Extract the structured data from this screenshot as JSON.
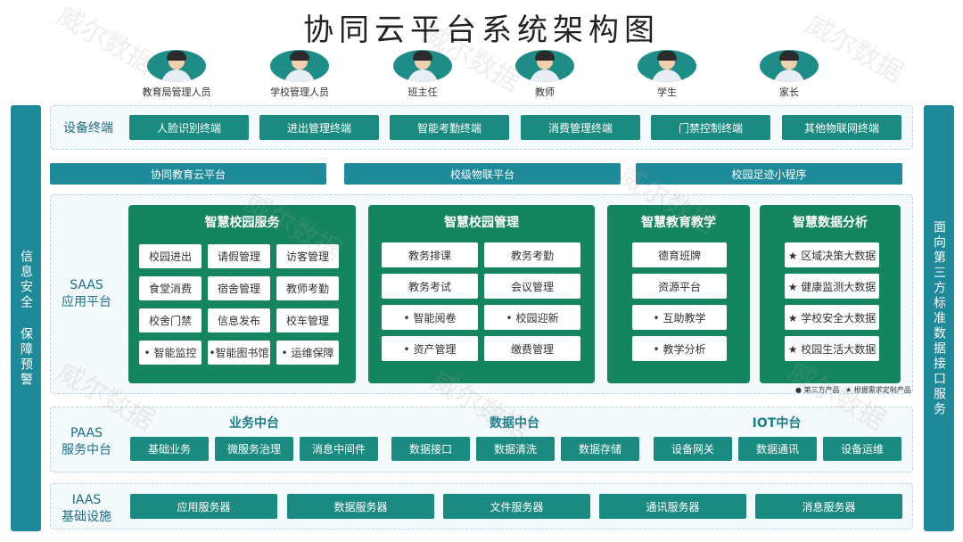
{
  "title": "协同云平台系统架构图",
  "watermark": "威尔数据",
  "users": [
    {
      "label": "教育局管理人员",
      "icon": "person-avatar-icon"
    },
    {
      "label": "学校管理人员",
      "icon": "person-avatar-icon"
    },
    {
      "label": "班主任",
      "icon": "person-avatar-icon"
    },
    {
      "label": "教师",
      "icon": "person-avatar-icon"
    },
    {
      "label": "学生",
      "icon": "person-avatar-icon"
    },
    {
      "label": "家长",
      "icon": "person-avatar-icon"
    }
  ],
  "left_sidebar": "信息安全 保障预警",
  "right_sidebar": "面向第三方标准数据接口服务",
  "device": {
    "label": "设备终端",
    "items": [
      "人脸识别终端",
      "进出管理终端",
      "智能考勤终端",
      "消费管理终端",
      "门禁控制终端",
      "其他物联网终端"
    ]
  },
  "platforms": [
    "协同教育云平台",
    "校级物联平台",
    "校园足迹小程序"
  ],
  "saas": {
    "label_line1": "SAAS",
    "label_line2": "应用平台",
    "panels": [
      {
        "title": "智慧校园服务",
        "items": [
          "校园进出",
          "请假管理",
          "访客管理",
          "食堂消费",
          "宿舍管理",
          "教师考勤",
          "校舍门禁",
          "信息发布",
          "校车管理",
          "• 智能监控",
          "•智能图书馆",
          "• 运维保障"
        ]
      },
      {
        "title": "智慧校园管理",
        "items": [
          "教务排课",
          "教务考勤",
          "教务考试",
          "会议管理",
          "• 智能阅卷",
          "• 校园迎新",
          "• 资产管理",
          "缴费管理"
        ]
      },
      {
        "title": "智慧教育教学",
        "items": [
          "德育班牌",
          "资源平台",
          "• 互助教学",
          "• 教学分析"
        ]
      },
      {
        "title": "智慧数据分析",
        "items": [
          "★ 区域决策大数据",
          "★ 健康监测大数据",
          "★ 学校安全大数据",
          "★ 校园生活大数据"
        ]
      }
    ],
    "footnote_dot": "● 第三方产品",
    "footnote_star": "★ 根据需求定制产品"
  },
  "paas": {
    "label_line1": "PAAS",
    "label_line2": "服务中台",
    "groups": [
      {
        "title": "业务中台",
        "items": [
          "基础业务",
          "微服务治理",
          "消息中间件"
        ]
      },
      {
        "title": "数据中台",
        "items": [
          "数据接口",
          "数据清洗",
          "数据存储"
        ]
      },
      {
        "title": "IOT中台",
        "items": [
          "设备网关",
          "数据通讯",
          "设备运维"
        ]
      }
    ]
  },
  "iaas": {
    "label_line1": "IAAS",
    "label_line2": "基础设施",
    "items": [
      "应用服务器",
      "数据服务器",
      "文件服务器",
      "通讯服务器",
      "消息服务器"
    ]
  },
  "colors": {
    "teal_box": "#1b8a80",
    "blue_bar": "#1f8a99",
    "green_panel": "#14855f",
    "section_bg": "#f4f9fb"
  }
}
